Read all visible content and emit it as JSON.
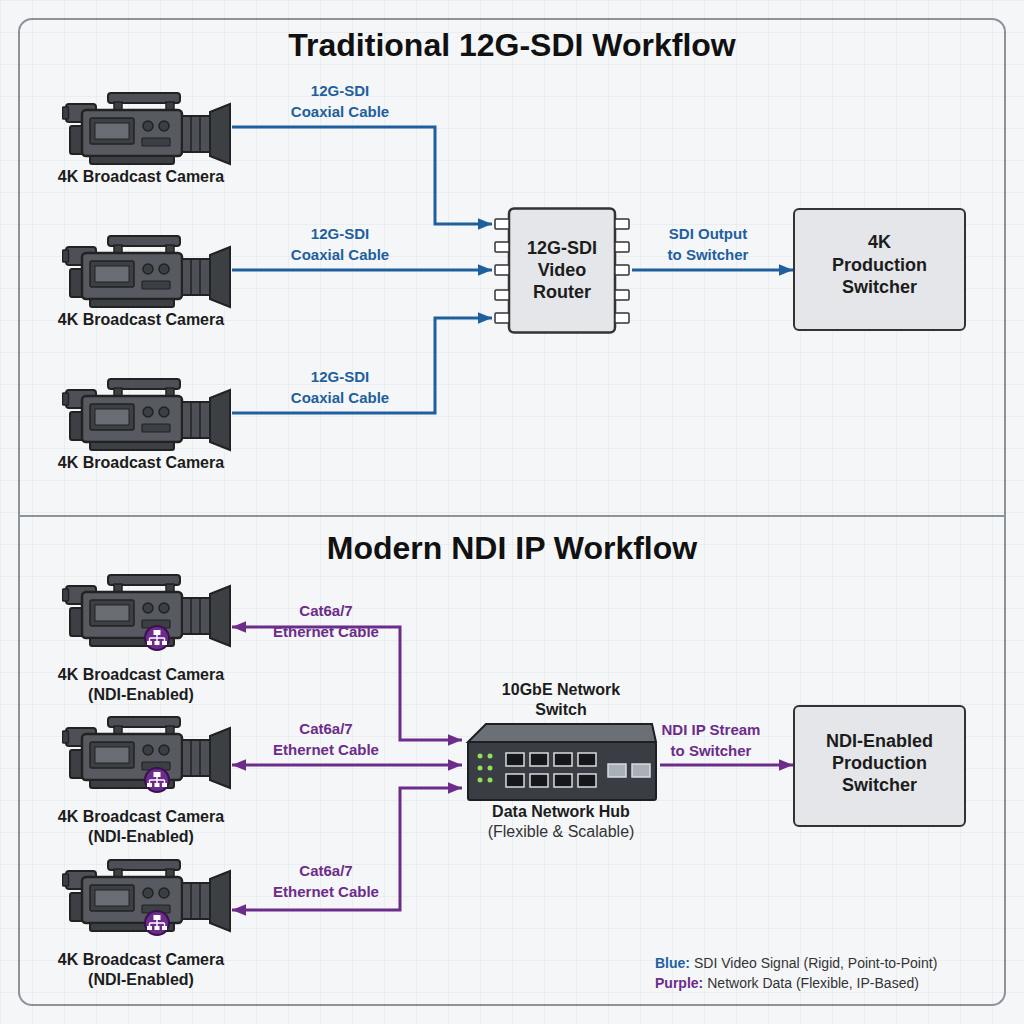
{
  "diagram": {
    "nodes": [
      {
        "text": [
          "Traditional 12G-SDI Workflow"
        ]
      },
      {
        "text": [
          "4K Broadcast Camera"
        ],
        "in": 0
      },
      {
        "text": [
          "4K Broadcast Camera"
        ],
        "in": 0
      },
      {
        "text": [
          "4K Broadcast Camera"
        ],
        "in": 0
      },
      {
        "text": [
          "12G-SDI Video Router"
        ],
        "in": 0
      },
      {
        "text": [
          "4K Production Switcher"
        ],
        "in": 0
      },
      {
        "text": [
          "Modern NDI IP Workflow"
        ]
      },
      {
        "text": [
          "4K Broadcast Camera (NDI-Enabled)"
        ],
        "in": 6
      },
      {
        "text": [
          "4K Broadcast Camera (NDI-Enabled)"
        ],
        "in": 6
      },
      {
        "text": [
          "4K Broadcast Camera (NDI-Enabled)"
        ],
        "in": 6
      },
      {
        "text": [
          "10GbE Network Switch",
          "Data Network Hub",
          "(Flexible & Scalable)"
        ],
        "in": 6
      },
      {
        "text": [
          "NDI-Enabled Production Switcher"
        ],
        "in": 6
      }
    ],
    "edges": [
      {
        "from": 1,
        "to": 4,
        "arrow": "to",
        "label": "12G-SDI Coaxial Cable"
      },
      {
        "from": 2,
        "to": 4,
        "arrow": "to",
        "label": "12G-SDI Coaxial Cable"
      },
      {
        "from": 3,
        "to": 4,
        "arrow": "to",
        "label": "12G-SDI Coaxial Cable"
      },
      {
        "from": 4,
        "to": 5,
        "arrow": "to",
        "label": "SDI Output to Switcher"
      },
      {
        "from": 7,
        "to": 10,
        "arrow": "both",
        "label": "Cat6a/7 Ethernet Cable"
      },
      {
        "from": 8,
        "to": 10,
        "arrow": "both",
        "label": "Cat6a/7 Ethernet Cable"
      },
      {
        "from": 9,
        "to": 10,
        "arrow": "both",
        "label": "Cat6a/7 Ethernet Cable"
      },
      {
        "from": 10,
        "to": 11,
        "arrow": "to",
        "label": "NDI IP Stream to Switcher"
      }
    ],
    "labels": [
      "Blue:",
      "Purple:"
    ],
    "legend": [
      {
        "text": "SDI Video Signal (Rigid, Point-to-Point)",
        "color": "#1f5f9e"
      },
      {
        "text": "Network Data (Flexible, IP-Based)",
        "color": "#6b2c8a"
      }
    ]
  }
}
